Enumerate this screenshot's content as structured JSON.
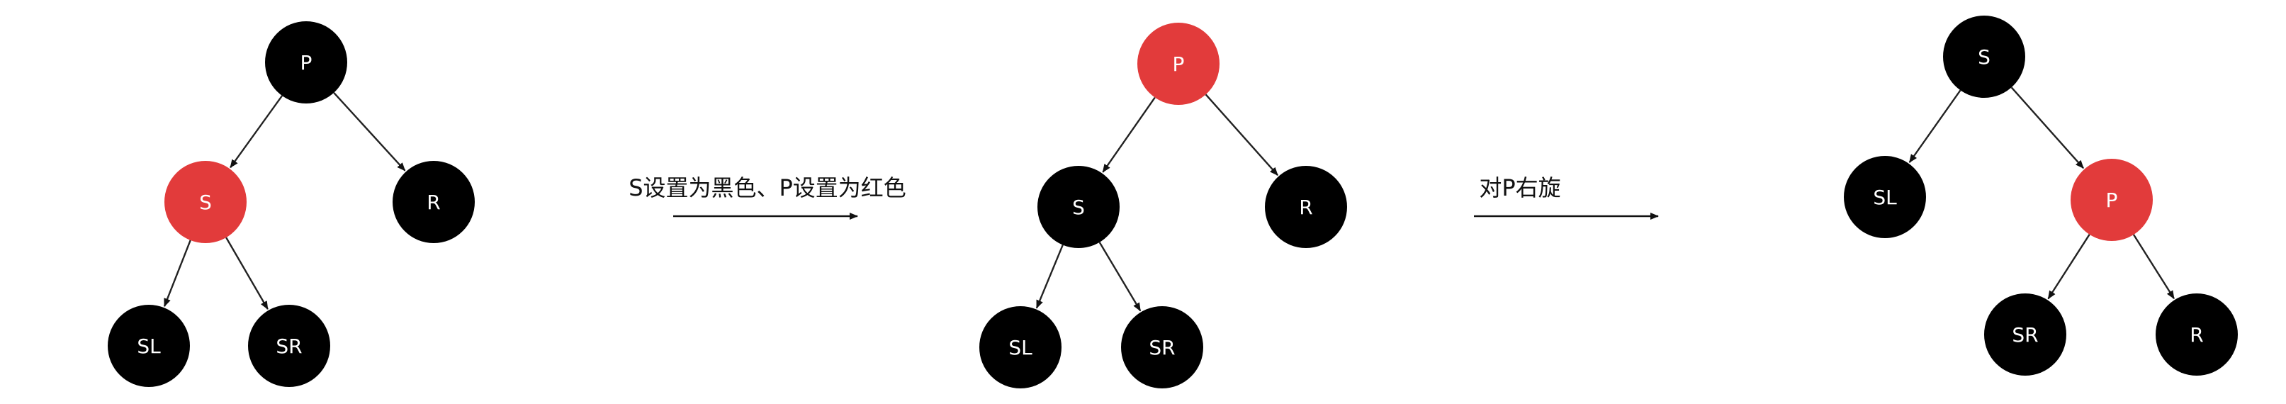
{
  "colors": {
    "black_node": "#000000",
    "red_node": "#E23B3B",
    "node_text": "#FFFFFF",
    "edge": "#222222"
  },
  "steps": [
    {
      "label": "S设置为黑色、P设置为红色"
    },
    {
      "label": "对P右旋"
    }
  ],
  "trees": [
    {
      "nodes": [
        {
          "id": "P",
          "label": "P",
          "color": "black"
        },
        {
          "id": "S",
          "label": "S",
          "color": "red"
        },
        {
          "id": "R",
          "label": "R",
          "color": "black"
        },
        {
          "id": "SL",
          "label": "SL",
          "color": "black"
        },
        {
          "id": "SR",
          "label": "SR",
          "color": "black"
        }
      ],
      "edges": [
        [
          "P",
          "S"
        ],
        [
          "P",
          "R"
        ],
        [
          "S",
          "SL"
        ],
        [
          "S",
          "SR"
        ]
      ]
    },
    {
      "nodes": [
        {
          "id": "P",
          "label": "P",
          "color": "red"
        },
        {
          "id": "S",
          "label": "S",
          "color": "black"
        },
        {
          "id": "R",
          "label": "R",
          "color": "black"
        },
        {
          "id": "SL",
          "label": "SL",
          "color": "black"
        },
        {
          "id": "SR",
          "label": "SR",
          "color": "black"
        }
      ],
      "edges": [
        [
          "P",
          "S"
        ],
        [
          "P",
          "R"
        ],
        [
          "S",
          "SL"
        ],
        [
          "S",
          "SR"
        ]
      ]
    },
    {
      "nodes": [
        {
          "id": "S",
          "label": "S",
          "color": "black"
        },
        {
          "id": "SL",
          "label": "SL",
          "color": "black"
        },
        {
          "id": "P",
          "label": "P",
          "color": "red"
        },
        {
          "id": "SR",
          "label": "SR",
          "color": "black"
        },
        {
          "id": "R",
          "label": "R",
          "color": "black"
        }
      ],
      "edges": [
        [
          "S",
          "SL"
        ],
        [
          "S",
          "P"
        ],
        [
          "P",
          "SR"
        ],
        [
          "P",
          "R"
        ]
      ]
    }
  ]
}
